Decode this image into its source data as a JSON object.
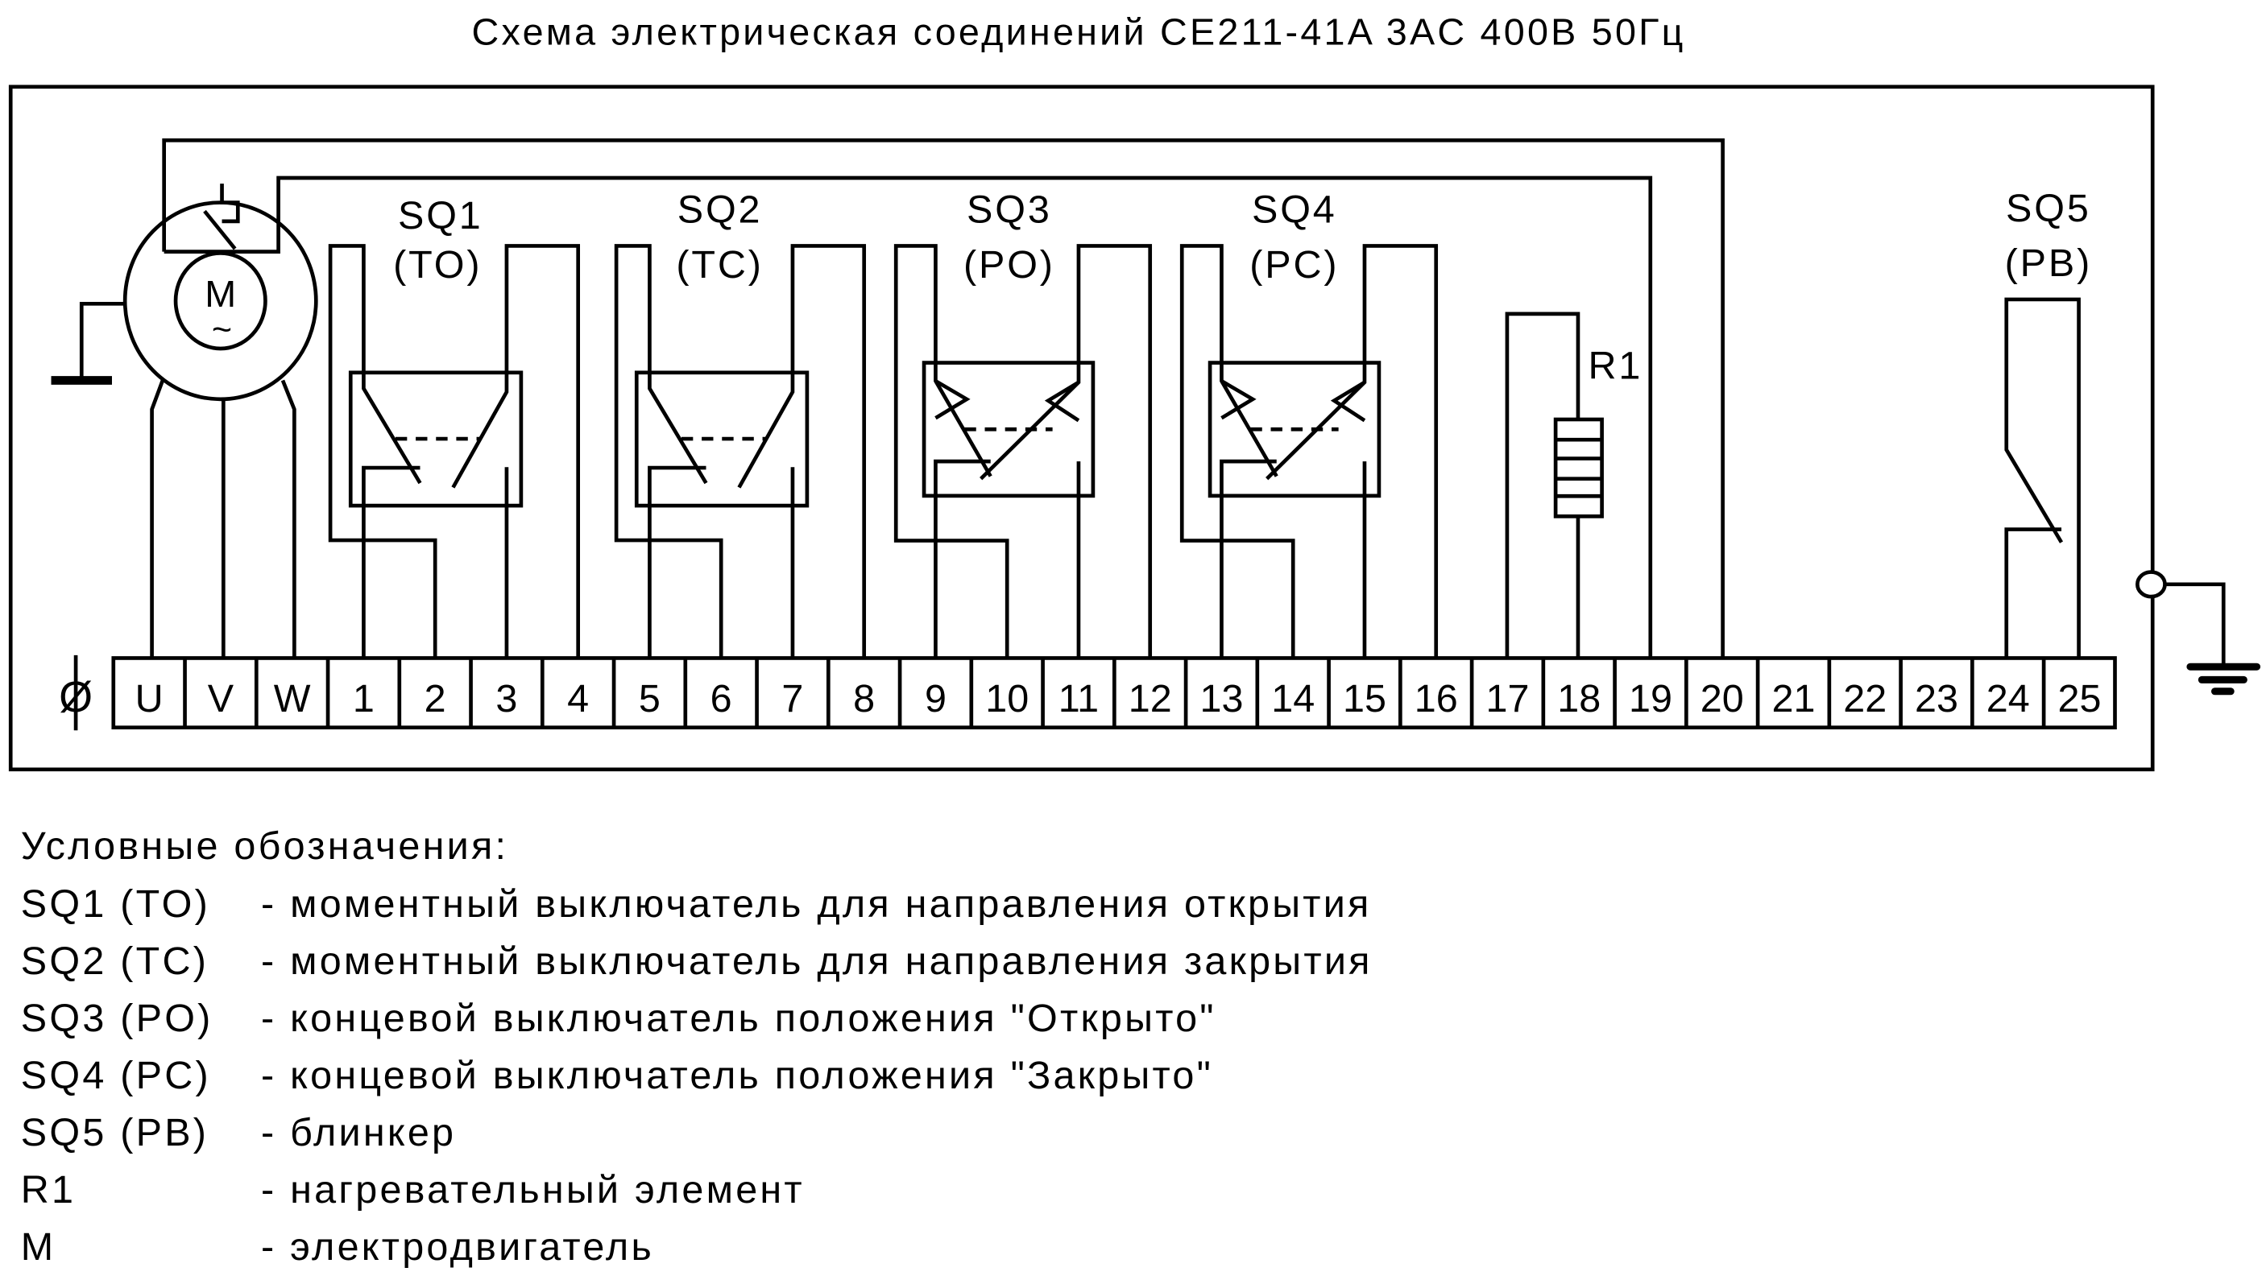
{
  "title": "Схема электрическая соединений CE211-41A  3AC 400B 50Гц",
  "terminal_strip": {
    "ground_mark": "Ø",
    "terminals": [
      "U",
      "V",
      "W",
      "1",
      "2",
      "3",
      "4",
      "5",
      "6",
      "7",
      "8",
      "9",
      "10",
      "11",
      "12",
      "13",
      "14",
      "15",
      "16",
      "17",
      "18",
      "19",
      "20",
      "21",
      "22",
      "23",
      "24",
      "25"
    ]
  },
  "motor": {
    "label": "M",
    "symbol": "~"
  },
  "switches": [
    {
      "name": "SQ1",
      "code": "(TO)"
    },
    {
      "name": "SQ2",
      "code": "(TC)"
    },
    {
      "name": "SQ3",
      "code": "(PO)"
    },
    {
      "name": "SQ4",
      "code": "(PC)"
    },
    {
      "name": "SQ5",
      "code": "(PB)"
    }
  ],
  "heater": {
    "label": "R1"
  },
  "legend": {
    "heading": "Условные обозначения:",
    "items": [
      {
        "symbol": "SQ1 (TO)",
        "desc": "- моментный выключатель для направления открытия"
      },
      {
        "symbol": "SQ2 (TC)",
        "desc": "- моментный выключатель для направления закрытия"
      },
      {
        "symbol": "SQ3 (PO)",
        "desc": "- концевой выключатель положения \"Открыто\""
      },
      {
        "symbol": "SQ4 (PC)",
        "desc": "- концевой выключатель положения \"Закрыто\""
      },
      {
        "symbol": "SQ5 (PB)",
        "desc": "- блинкер"
      },
      {
        "symbol": "R1",
        "desc": "- нагревательный элемент"
      },
      {
        "symbol": "M",
        "desc": "- электродвигатель"
      }
    ]
  }
}
